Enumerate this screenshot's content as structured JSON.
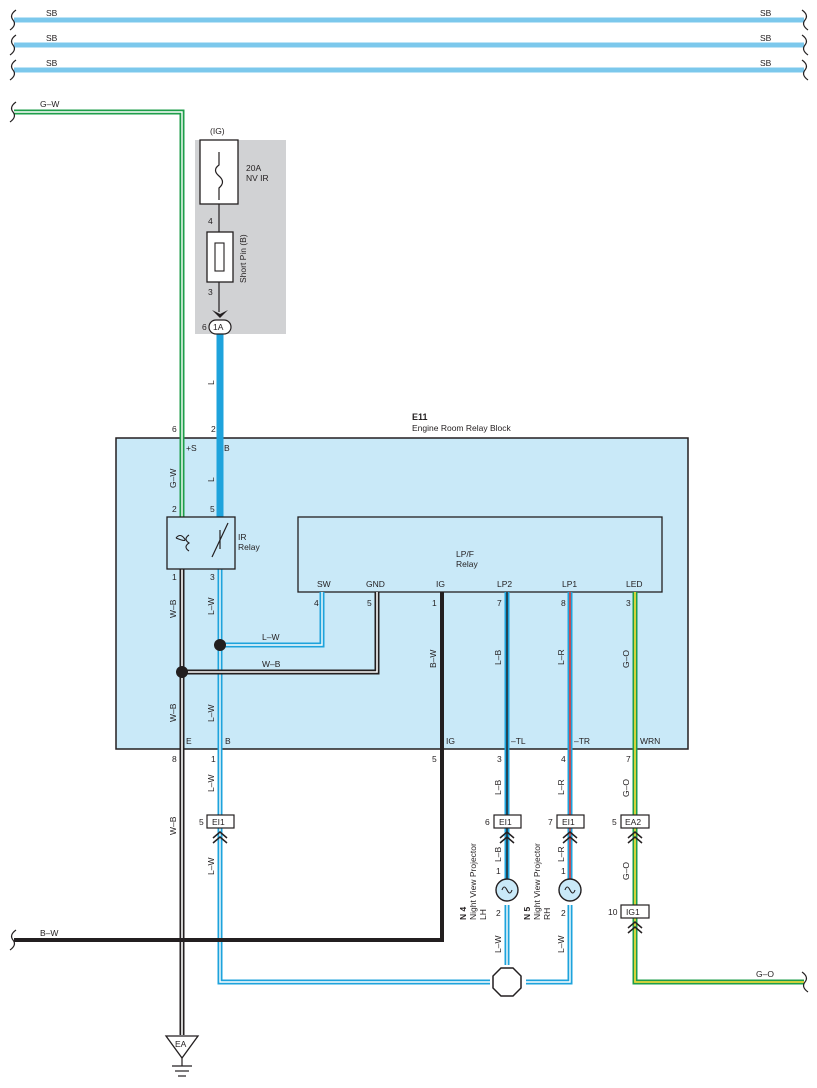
{
  "bus_lines": [
    {
      "label_left": "SB",
      "label_right": "SB"
    },
    {
      "label_left": "SB",
      "label_right": "SB"
    },
    {
      "label_left": "SB",
      "label_right": "SB"
    }
  ],
  "fuse": {
    "source": "(IG)",
    "rating": "20A",
    "name": "NV IR"
  },
  "short_pin": {
    "label": "Short Pin (B)",
    "pin_top": "4",
    "pin_bottom": "3"
  },
  "connector_1a": {
    "label": "1A",
    "pin": "6"
  },
  "relay_block": {
    "id": "E11",
    "name": "Engine Room Relay Block"
  },
  "ir_relay": {
    "label1": "IR",
    "label2": "Relay",
    "pins": {
      "coil_top": "2",
      "coil_bottom": "1",
      "sw_top": "5",
      "sw_bottom": "3"
    }
  },
  "lpf_relay": {
    "label1": "LP/F",
    "label2": "Relay",
    "terminals": [
      {
        "name": "SW",
        "pin": "4"
      },
      {
        "name": "GND",
        "pin": "5"
      },
      {
        "name": "IG",
        "pin": "1"
      },
      {
        "name": "LP2",
        "pin": "7"
      },
      {
        "name": "LP1",
        "pin": "8"
      },
      {
        "name": "LED",
        "pin": "3"
      }
    ]
  },
  "block_top_terminals": [
    {
      "pin": "6",
      "name": "+S"
    },
    {
      "pin": "2",
      "name": "B"
    }
  ],
  "block_bottom_terminals": [
    {
      "pin": "8",
      "name": "E"
    },
    {
      "pin": "1",
      "name": "B"
    },
    {
      "pin": "5",
      "name": "IG"
    },
    {
      "pin": "3",
      "name": "–TL"
    },
    {
      "pin": "4",
      "name": "–TR"
    },
    {
      "pin": "7",
      "name": "WRN"
    }
  ],
  "wire_colors": {
    "gw": "G–W",
    "l": "L",
    "lw": "L–W",
    "wb": "W–B",
    "bw": "B–W",
    "lb": "L–B",
    "lr": "L–R",
    "go": "G–O"
  },
  "connectors": [
    {
      "label": "EI1",
      "pin": "5"
    },
    {
      "label": "EI1",
      "pin": "6"
    },
    {
      "label": "EI1",
      "pin": "7"
    },
    {
      "label": "EA2",
      "pin": "5"
    },
    {
      "label": "IG1",
      "pin": "10"
    }
  ],
  "projectors": [
    {
      "id": "N 4",
      "name": "Night View Projector",
      "side": "LH",
      "pin_top": "1",
      "pin_bottom": "2"
    },
    {
      "id": "N 5",
      "name": "Night View Projector",
      "side": "RH",
      "pin_top": "1",
      "pin_bottom": "2"
    }
  ],
  "ground": {
    "label": "EA"
  },
  "colors": {
    "sb_blue": "#7cc8ec",
    "l_blue": "#1ea3dc",
    "green": "#1e9e4a",
    "yellow": "#e8d83a",
    "red": "#e33a3a",
    "block_fill": "#c9e9f8",
    "shade": "#d1d2d4"
  }
}
